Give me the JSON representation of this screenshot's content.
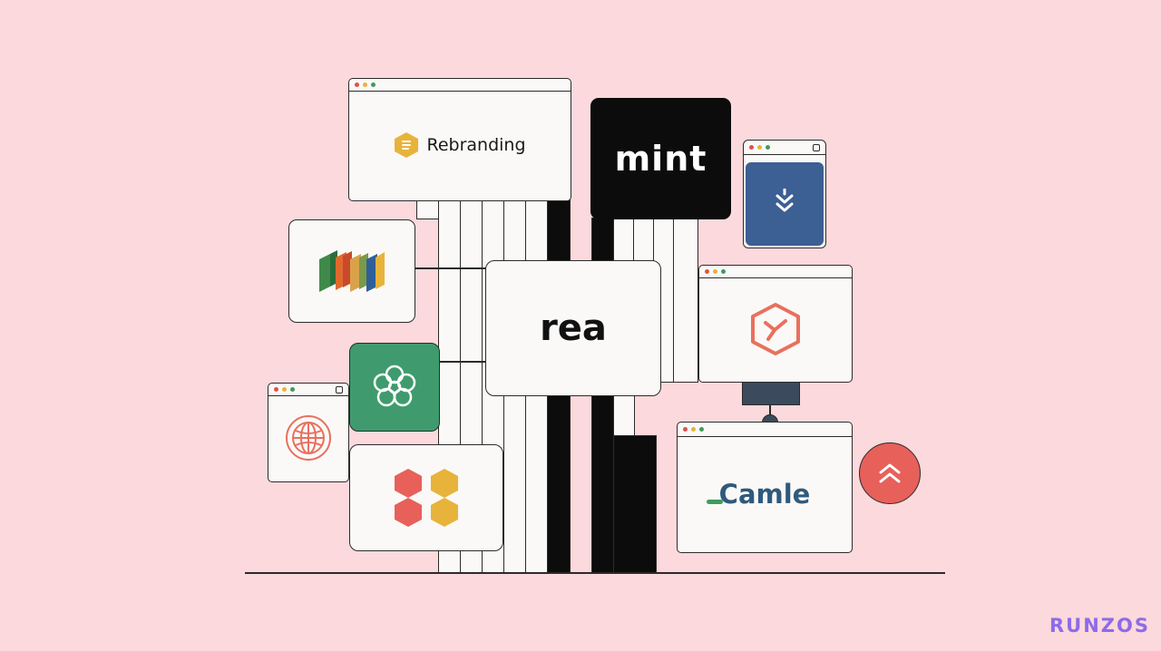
{
  "brands": {
    "rebranding": "Rebranding",
    "mint": "mint",
    "rea": "rea",
    "camle": "Camle"
  },
  "watermark": "RUNZOS",
  "colors": {
    "background": "#fbd9dc",
    "ink": "#2b2b2b",
    "yellow": "#e8b33a",
    "coral": "#e8705e",
    "green": "#3f9b6e",
    "blue": "#3c5f94",
    "camle_blue": "#2f5a7d",
    "camle_green": "#3f9b5d",
    "watermark": "#8d6be8"
  },
  "icons": [
    "rebranding-logo-icon",
    "double-chevron-down-icon",
    "colorful-blocks-logo-icon",
    "flower-logo-icon",
    "globe-pattern-logo-icon",
    "hexagon-logo-icon",
    "honeycomb-logo-icon",
    "double-chevron-up-icon"
  ]
}
